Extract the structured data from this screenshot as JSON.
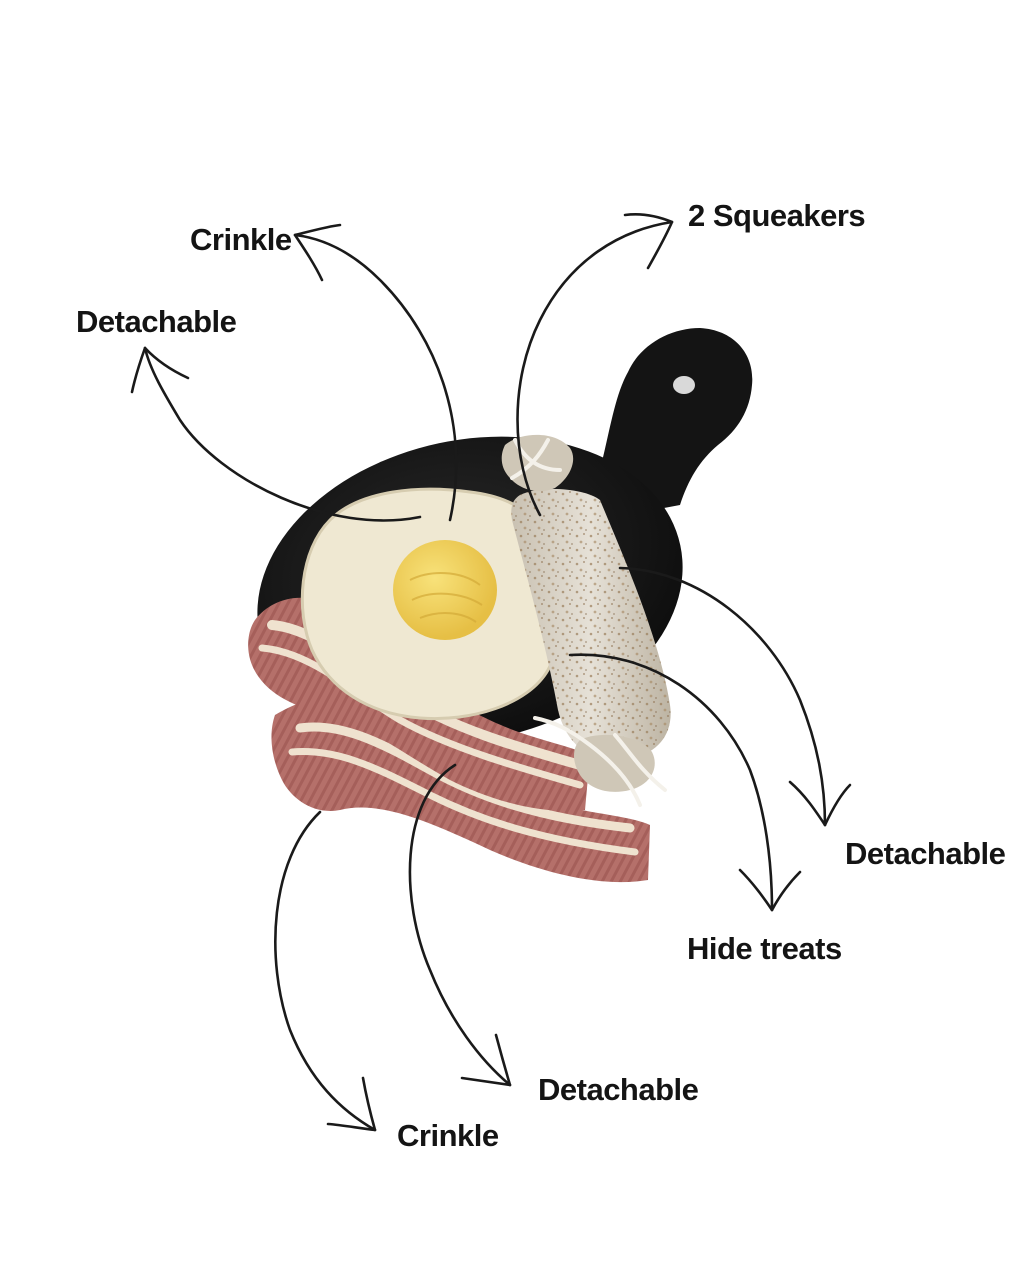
{
  "colors": {
    "background": "#ffffff",
    "pan": "#151515",
    "egg_white": "#efe8d2",
    "yolk": "#f1d35c",
    "bacon": "#b5706a",
    "bacon_fat": "#efe2cf",
    "sausage": "#d8d2c6",
    "arrow": "#1a1a1a",
    "text": "#141414"
  },
  "icons": [
    "frying-pan-toy",
    "fried-egg-toy",
    "sausage-toy",
    "bacon-strip-toy"
  ],
  "labels": {
    "crinkle_egg": "Crinkle",
    "detachable_egg": "Detachable",
    "squeakers": "2 Squeakers",
    "detachable_sausage": "Detachable",
    "hide_treats": "Hide treats",
    "detachable_bacon": "Detachable",
    "crinkle_bacon": "Crinkle"
  }
}
